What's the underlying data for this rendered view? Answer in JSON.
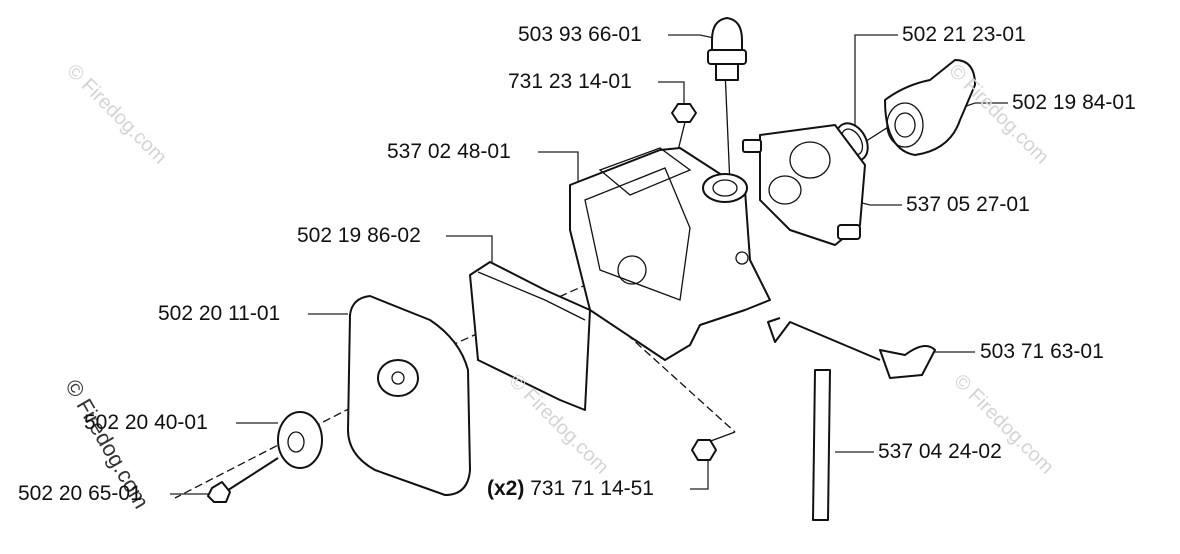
{
  "watermark": "© Firedog.com",
  "labels": {
    "primer_bulb": "503 93 66-01",
    "nut_top": "731 23 14-01",
    "gasket": "502 21 23-01",
    "intake_elbow": "502 19 84-01",
    "air_filter_housing": "537 02 48-01",
    "carburetor": "537 05 27-01",
    "pre_filter": "502 19 86-02",
    "air_filter_cover": "502 20 11-01",
    "throttle_rod": "503 71 63-01",
    "knob": "502 20 40-01",
    "fuel_hose": "537 04 24-02",
    "nut_qty": "(x2)",
    "nut_bottom": "731 71 14-51",
    "screw": "502 20 65-01"
  }
}
